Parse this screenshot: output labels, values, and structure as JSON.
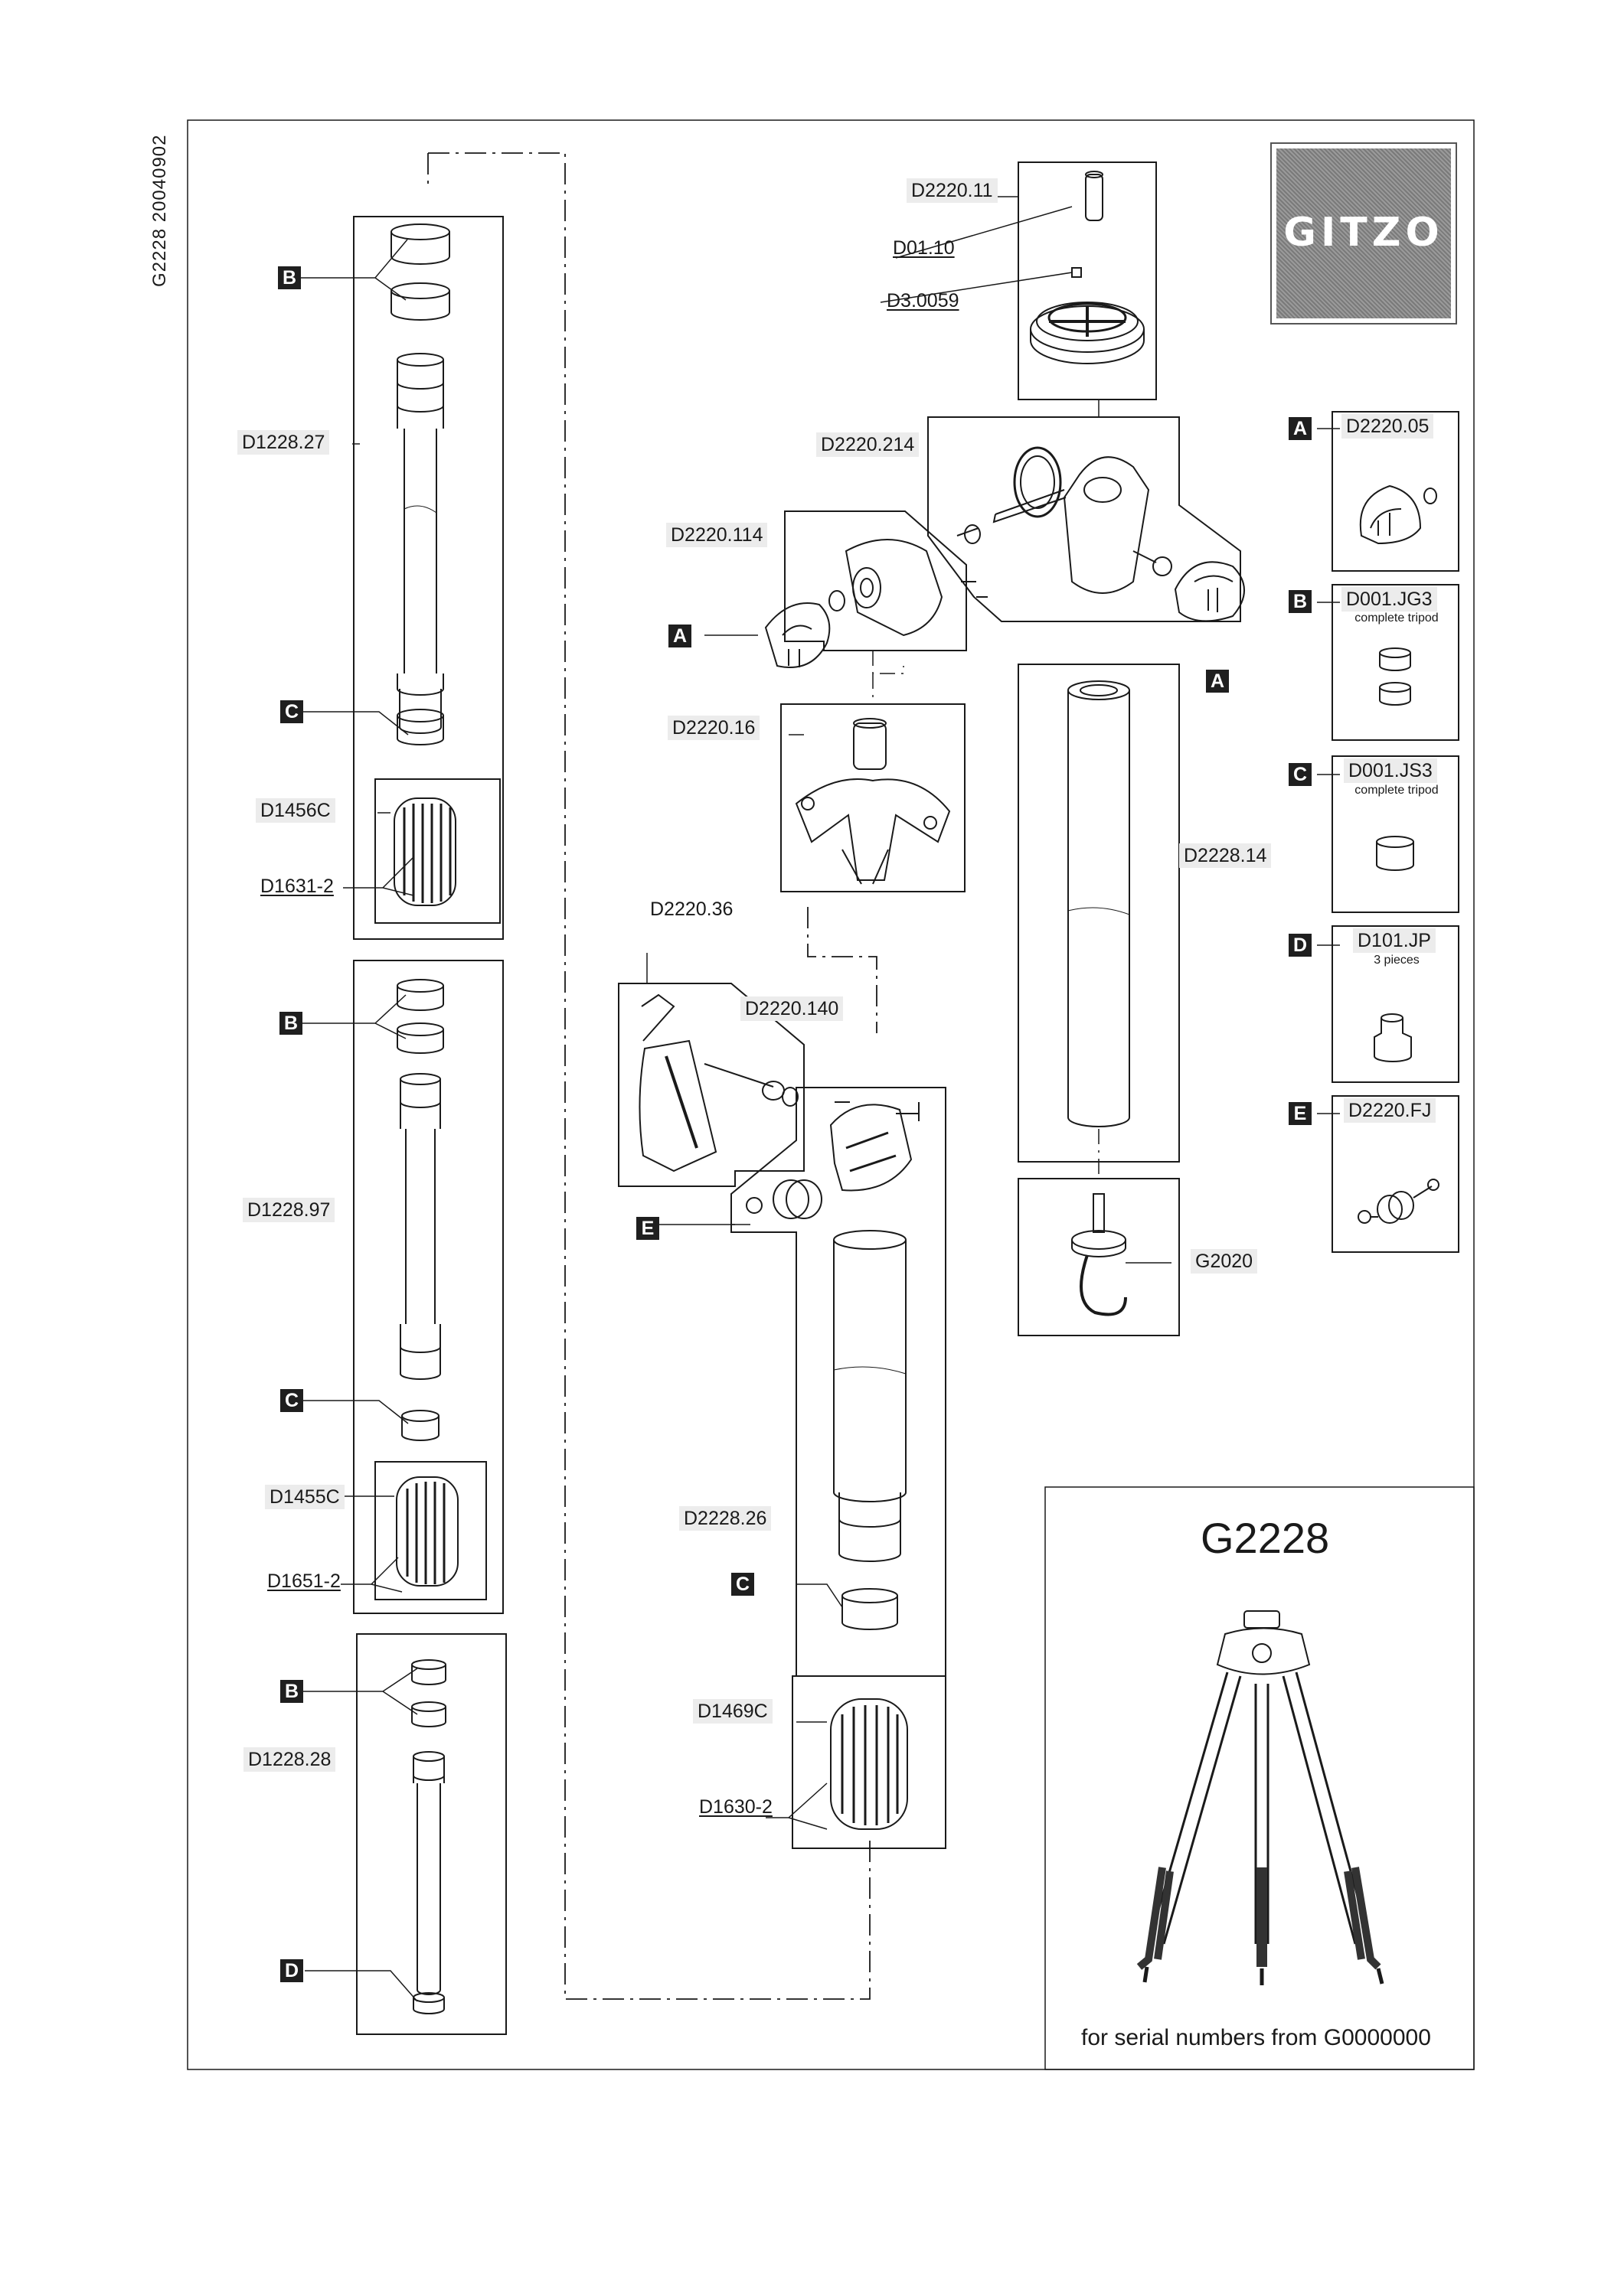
{
  "document": {
    "vertical_code": "G2228 20040902",
    "logo_text": "GITZO",
    "model": "G2228",
    "footer": "for serial numbers from G0000000"
  },
  "left_column": {
    "leg1": {
      "sleeve": "D1228.27",
      "grip": "D1456C",
      "grip_cover": "D1631-2"
    },
    "leg2": {
      "sleeve": "D1228.97",
      "grip": "D1455C",
      "grip_cover": "D1651-2"
    },
    "leg3": {
      "sleeve": "D1228.28"
    }
  },
  "center_column": {
    "top_plate": "D2220.11",
    "screw": "D01.10",
    "pin": "D3.0059",
    "head": "D2220.214",
    "knob_housing": "D2220.114",
    "spider": "D2220.16",
    "lever": "D2220.36",
    "lever_assembly": "D2220.140",
    "leg_tube": "D2228.26",
    "grip": "D1469C",
    "grip_cover": "D1630-2"
  },
  "right_column": {
    "center_column": "D2228.14",
    "hook": "G2020"
  },
  "kits": [
    {
      "letter": "A",
      "code": "D2220.05",
      "note": ""
    },
    {
      "letter": "B",
      "code": "D001.JG3",
      "note": "complete tripod"
    },
    {
      "letter": "C",
      "code": "D001.JS3",
      "note": "complete tripod"
    },
    {
      "letter": "D",
      "code": "D101.JP",
      "note": "3 pieces"
    },
    {
      "letter": "E",
      "code": "D2220.FJ",
      "note": ""
    }
  ],
  "letters": {
    "a": "A",
    "b": "B",
    "c": "C",
    "d": "D",
    "e": "E"
  }
}
